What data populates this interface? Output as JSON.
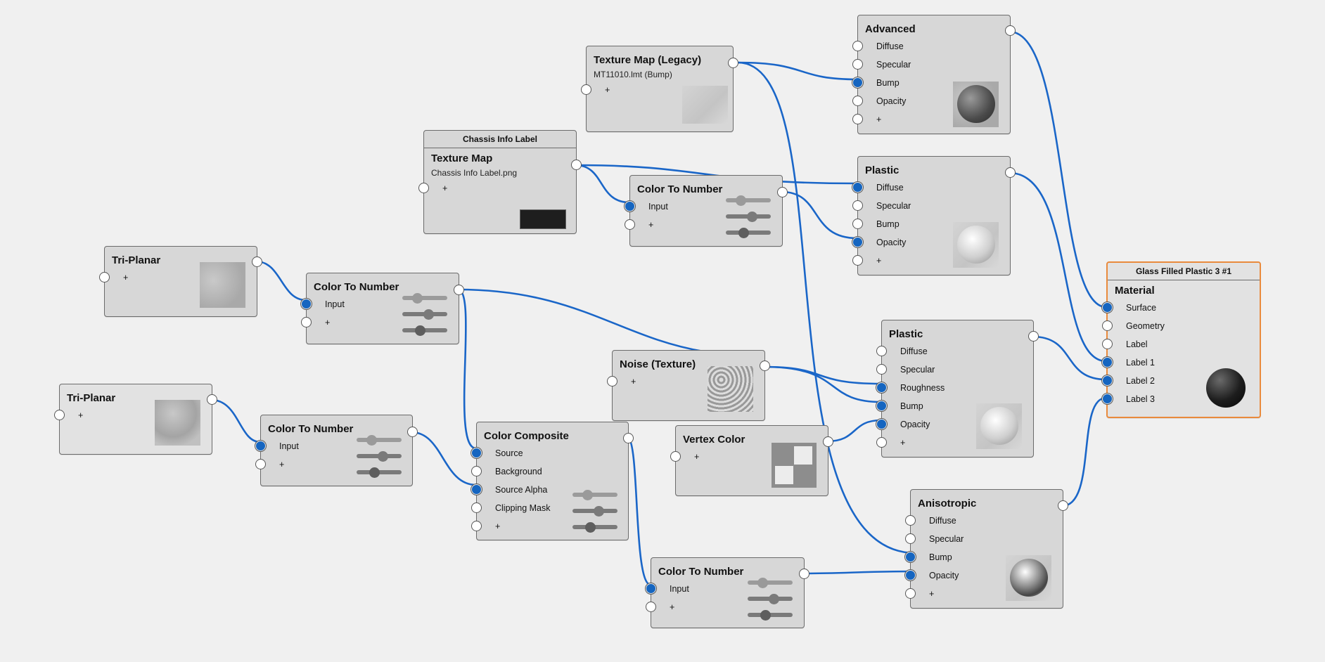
{
  "nodes": {
    "tex_legacy": {
      "title": "Texture Map (Legacy)",
      "sub": "MT11010.lmt (Bump)",
      "add": "+"
    },
    "chassis": {
      "label": "Chassis Info Label",
      "title": "Texture Map",
      "sub": "Chassis Info Label.png",
      "add": "+"
    },
    "ctn1": {
      "title": "Color To Number",
      "input": "Input",
      "add": "+"
    },
    "tri1": {
      "title": "Tri-Planar",
      "add": "+"
    },
    "ctn2": {
      "title": "Color To Number",
      "input": "Input",
      "add": "+"
    },
    "tri2": {
      "title": "Tri-Planar",
      "add": "+"
    },
    "ctn3": {
      "title": "Color To Number",
      "input": "Input",
      "add": "+"
    },
    "noise": {
      "title": "Noise (Texture)",
      "add": "+"
    },
    "composite": {
      "title": "Color Composite",
      "rows": [
        "Source",
        "Background",
        "Source Alpha",
        "Clipping Mask",
        "+"
      ]
    },
    "vertex": {
      "title": "Vertex Color",
      "add": "+"
    },
    "ctn4": {
      "title": "Color To Number",
      "input": "Input",
      "add": "+"
    },
    "advanced": {
      "title": "Advanced",
      "rows": [
        "Diffuse",
        "Specular",
        "Bump",
        "Opacity",
        "+"
      ]
    },
    "plastic1": {
      "title": "Plastic",
      "rows": [
        "Diffuse",
        "Specular",
        "Bump",
        "Opacity",
        "+"
      ]
    },
    "plastic2": {
      "title": "Plastic",
      "rows": [
        "Diffuse",
        "Specular",
        "Roughness",
        "Bump",
        "Opacity",
        "+"
      ]
    },
    "aniso": {
      "title": "Anisotropic",
      "rows": [
        "Diffuse",
        "Specular",
        "Bump",
        "Opacity",
        "+"
      ]
    },
    "material": {
      "label": "Glass Filled Plastic 3 #1",
      "title": "Material",
      "rows": [
        "Surface",
        "Geometry",
        "Label",
        "Label 1",
        "Label 2",
        "Label 3"
      ]
    }
  },
  "colors": {
    "wire": "#1a66c8",
    "port_active": "#1565c0",
    "selected_border": "#e98a3c",
    "node_bg": "#d7d7d7",
    "canvas_bg": "#f0f0f0"
  }
}
